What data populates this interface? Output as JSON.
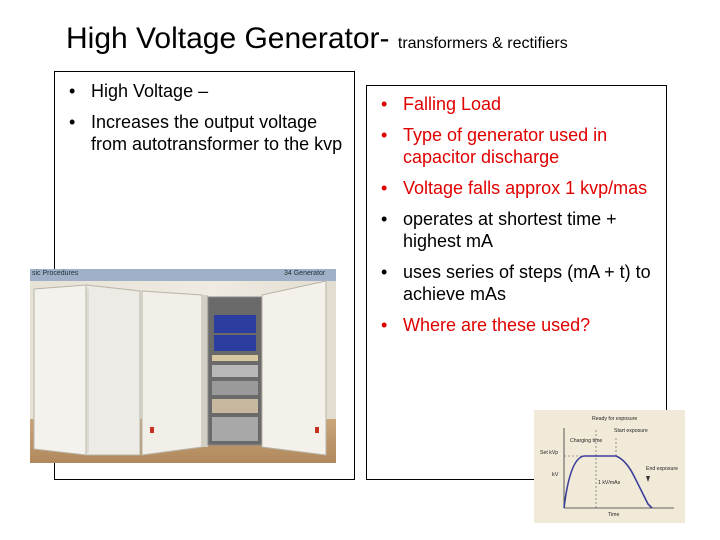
{
  "title": {
    "main": "High Voltage Generator-",
    "sub": "transformers & rectifiers"
  },
  "left_box": {
    "bullets": [
      {
        "text": "High Voltage –",
        "color": "#000000"
      },
      {
        "text": "Increases the output voltage from autotransformer to the kvp",
        "color": "#000000"
      }
    ]
  },
  "right_box": {
    "bullets": [
      {
        "text": "Falling Load",
        "color": "#e00000"
      },
      {
        "text": "Type of generator used in capacitor discharge",
        "color": "#e00000"
      },
      {
        "text": "Voltage falls approx 1 kvp/mas",
        "color": "#e00000"
      },
      {
        "text": "operates at shortest time + highest mA",
        "color": "#000000"
      },
      {
        "text": "uses series of steps (mA + t) to achieve mAs",
        "color": "#000000"
      },
      {
        "text": "Where are these used?",
        "color": "#e00000"
      }
    ]
  },
  "photo": {
    "header_left": "sic Procedures",
    "header_right": "34  Generator"
  },
  "diagram": {
    "ready_label": "Ready for exposure",
    "start_label": "Start exposure",
    "charging_label": "Charging time",
    "set_kvp_label": "Set kVp",
    "kv_label": "kV",
    "slope_label": "1 kV/mAs",
    "end_label": "End exposure",
    "time_label": "Time"
  }
}
